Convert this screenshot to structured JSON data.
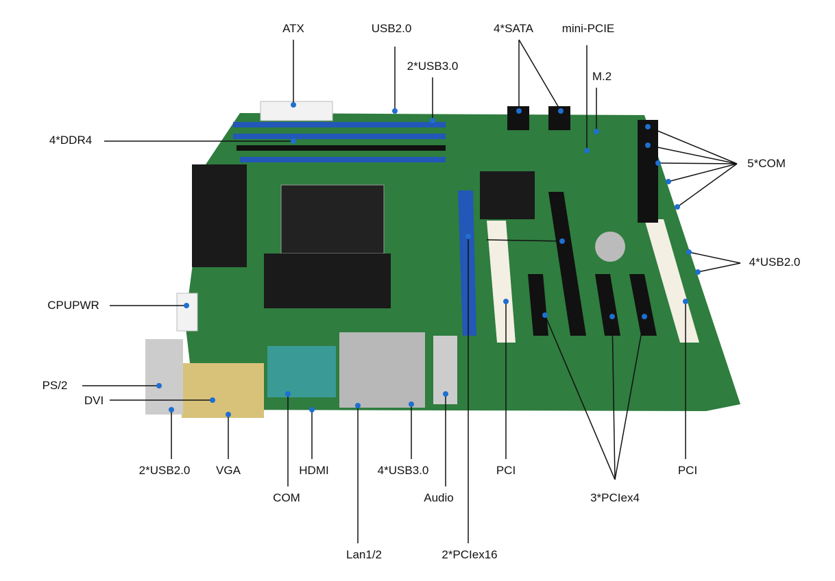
{
  "labels": {
    "atx": "ATX",
    "usb20_top": "USB2.0",
    "usb30_top": "2*USB3.0",
    "sata": "4*SATA",
    "mini_pcie": "mini-PCIE",
    "m2": "M.2",
    "ddr4": "4*DDR4",
    "com5": "5*COM",
    "usb20_right": "4*USB2.0",
    "cpupwr": "CPUPWR",
    "ps2": "PS/2",
    "dvi": "DVI",
    "usb20_rear": "2*USB2.0",
    "vga": "VGA",
    "hdmi": "HDMI",
    "com": "COM",
    "usb30_rear": "4*USB3.0",
    "audio": "Audio",
    "lan": "Lan1/2",
    "pciex16": "2*PCIex16",
    "pci_left": "PCI",
    "pciex4": "3*PCIex4",
    "pci_right": "PCI"
  },
  "colors": {
    "board": "#2f7d3f",
    "leader": "#111111",
    "dot": "#1f6fd1",
    "dimm": "#2357b8"
  }
}
